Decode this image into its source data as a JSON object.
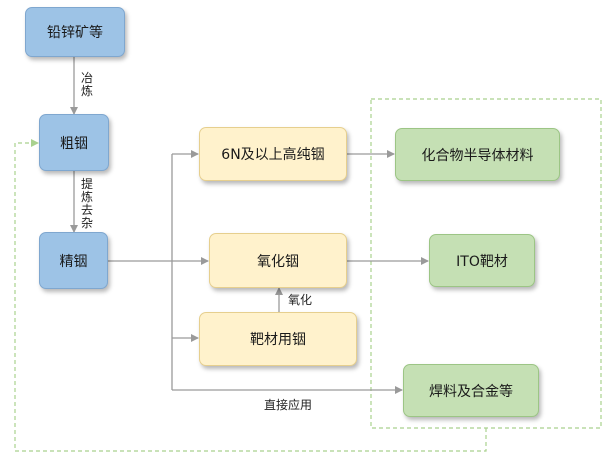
{
  "colors": {
    "blue_node": "#9dc3e6",
    "yellow_node": "#fff2cc",
    "green_node": "#c5e0b4",
    "connector": "#9a9a9a",
    "dashed_line": "#a9d18e"
  },
  "nodes": {
    "ore": "铅锌矿等",
    "crude_indium": "粗铟",
    "refined_indium": "精铟",
    "high_purity": "6N及以上高纯铟",
    "indium_oxide": "氧化铟",
    "target_indium": "靶材用铟",
    "compound_semiconductor": "化合物半导体材料",
    "ito_target": "ITO靶材",
    "solder_alloy": "焊料及合金等"
  },
  "labels": {
    "smelting": "冶炼",
    "refining": "提炼去杂",
    "oxidation": "氧化",
    "direct_use": "直接应用"
  }
}
